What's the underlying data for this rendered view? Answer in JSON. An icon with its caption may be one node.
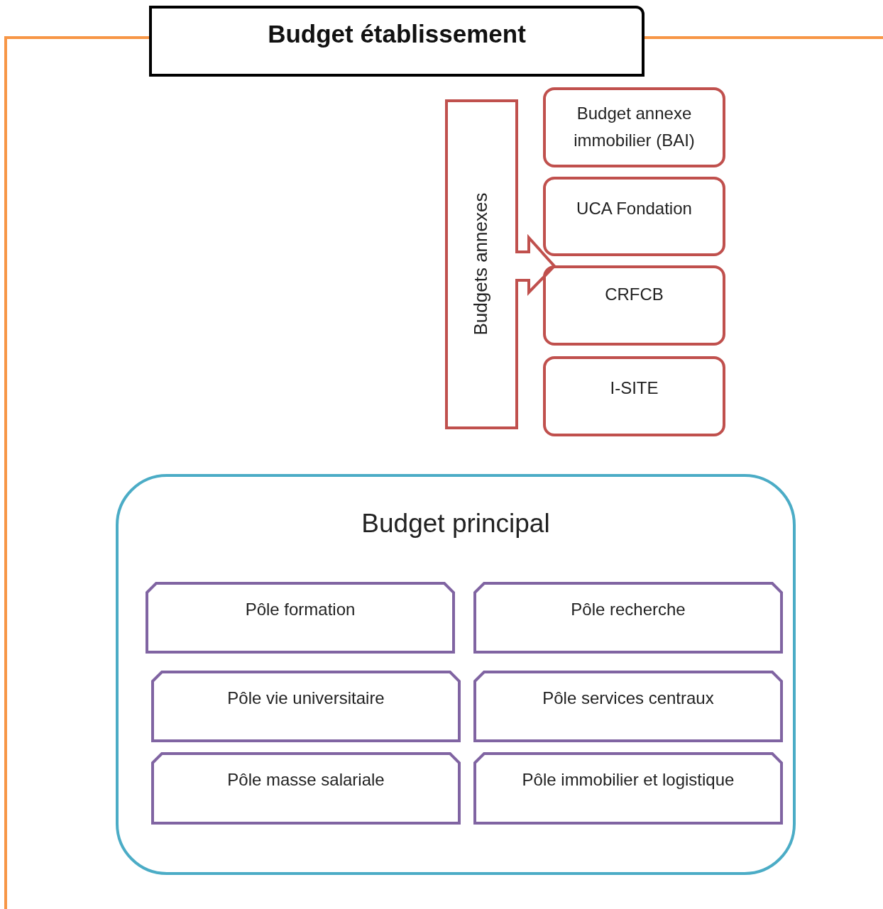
{
  "diagram": {
    "title": "Budget établissement",
    "nodes": [
      {
        "text": [
          "Budgets annexes"
        ]
      },
      {
        "text": [
          "Budget annexe immobilier (BAI)"
        ]
      },
      {
        "text": [
          "UCA Fondation"
        ]
      },
      {
        "text": [
          "CRFCB"
        ]
      },
      {
        "text": [
          "I-SITE"
        ]
      },
      {
        "text": [
          "Budget principal"
        ]
      },
      {
        "text": [
          "Pôle formation"
        ],
        "in": 5
      },
      {
        "text": [
          "Pôle recherche"
        ],
        "in": 5
      },
      {
        "text": [
          "Pôle vie universitaire"
        ],
        "in": 5
      },
      {
        "text": [
          "Pôle services centraux"
        ],
        "in": 5
      },
      {
        "text": [
          "Pôle masse salariale"
        ],
        "in": 5
      },
      {
        "text": [
          "Pôle immobilier et logistique"
        ],
        "in": 5
      }
    ]
  }
}
